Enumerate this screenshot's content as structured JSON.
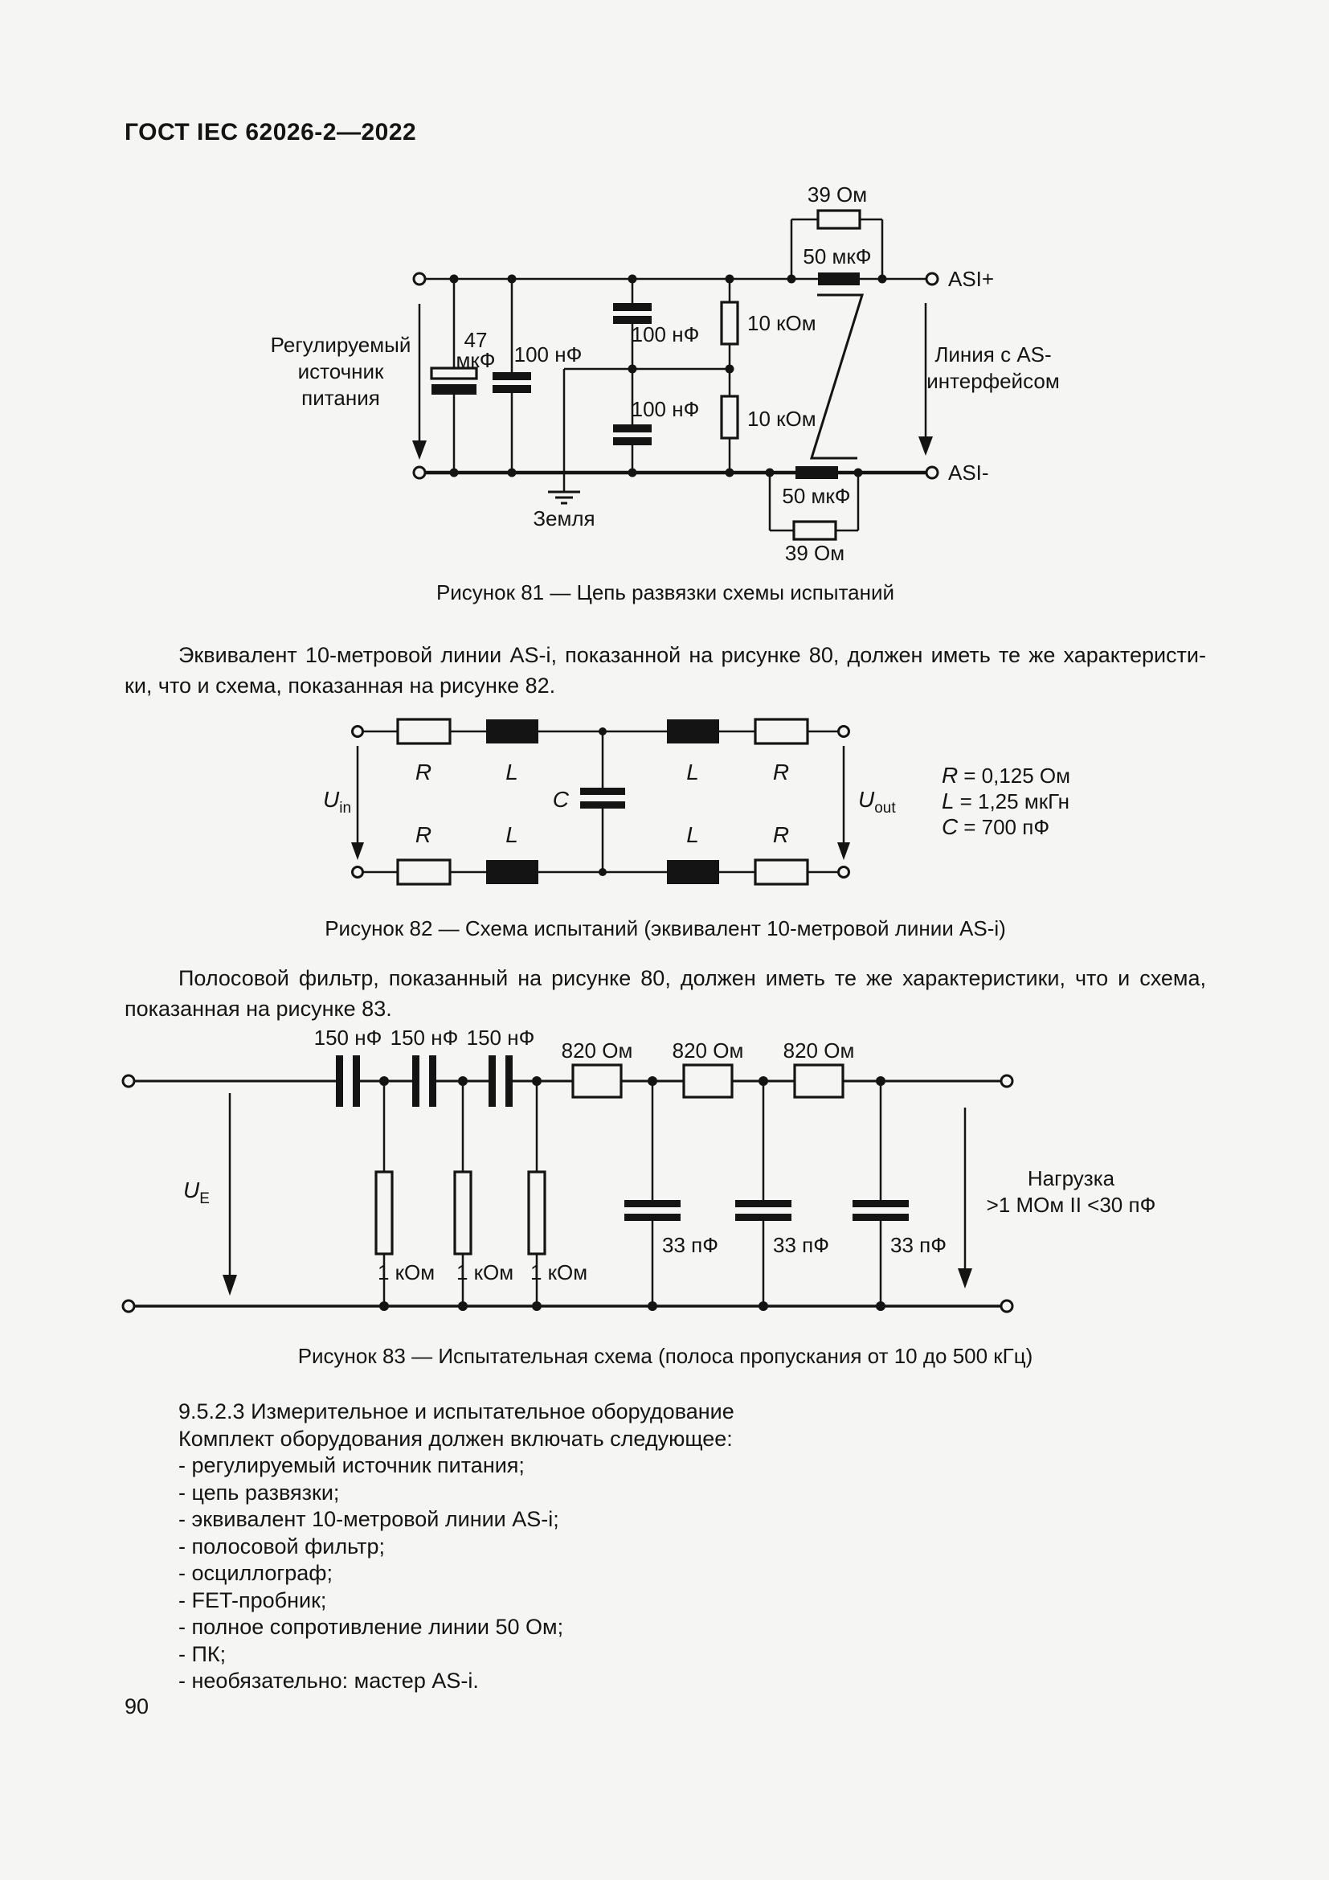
{
  "colors": {
    "bg": "#f5f5f3",
    "ink": "#141414"
  },
  "header": {
    "title": "ГОСТ IEC 62026-2—2022"
  },
  "fig81": {
    "caption": "Рисунок 81 — Цепь развязки схемы испытаний",
    "source": [
      "Регулируемый",
      "источник",
      "питания"
    ],
    "cap47": [
      "47",
      "мкФ"
    ],
    "cap100_left": "100 нФ",
    "cap100_mid_top": "100 нФ",
    "cap100_mid_bottom": "100 нФ",
    "res10k_top": "10 кОм",
    "res10k_bottom": "10 кОм",
    "res39_top": "39 Ом",
    "res39_bottom": "39 Ом",
    "cap50_top": "50 мкФ",
    "cap50_bottom": "50 мкФ",
    "asi_plus": "ASI+",
    "asi_minus": "ASI-",
    "line_label": [
      "Линия с AS-",
      "интерфейсом"
    ],
    "ground": "Земля"
  },
  "para1": {
    "line1": "Эквивалент 10-метровой линии AS-i, показанной на рисунке 80, должен иметь те же характеристи-",
    "line2": "ки, что и схема, показанная на рисунке 82."
  },
  "fig82": {
    "caption": "Рисунок 82 — Схема испытаний (эквивалент 10-метровой линии AS-i)",
    "r": "R",
    "l": "L",
    "c": "C",
    "u": "U",
    "sub_in": "in",
    "sub_out": "out",
    "legend": [
      {
        "sym": "R",
        "rest": "= 0,125 Ом"
      },
      {
        "sym": "L",
        "rest": "= 1,25 мкГн"
      },
      {
        "sym": "C",
        "rest": "= 700 пФ"
      }
    ]
  },
  "para2": {
    "line1": "Полосовой фильтр, показанный на рисунке 80, должен иметь те же характеристики, что и схема,",
    "line2": "показанная на рисунке 83."
  },
  "fig83": {
    "caption": "Рисунок 83 — Испытательная схема (полоса пропускания от 10 до 500 кГц)",
    "cap150": "150 нФ",
    "res820": "820 Ом",
    "res1k": "1 кОм",
    "cap33": "33 пФ",
    "u": "U",
    "sub_e": "E",
    "load": [
      "Нагрузка",
      ">1 МОм II <30 пФ"
    ]
  },
  "section": {
    "heading": "9.5.2.3 Измерительное и испытательное оборудование",
    "intro": "Комплект оборудования должен включать следующее:",
    "items": [
      "- регулируемый источник питания;",
      "- цепь развязки;",
      "- эквивалент 10-метровой линии AS-i;",
      "- полосовой фильтр;",
      "- осциллограф;",
      "- FET-пробник;",
      "- полное сопротивление линии 50 Ом;",
      "- ПК;",
      "- необязательно: мастер AS-i."
    ]
  },
  "footer": {
    "page_number": "90"
  }
}
